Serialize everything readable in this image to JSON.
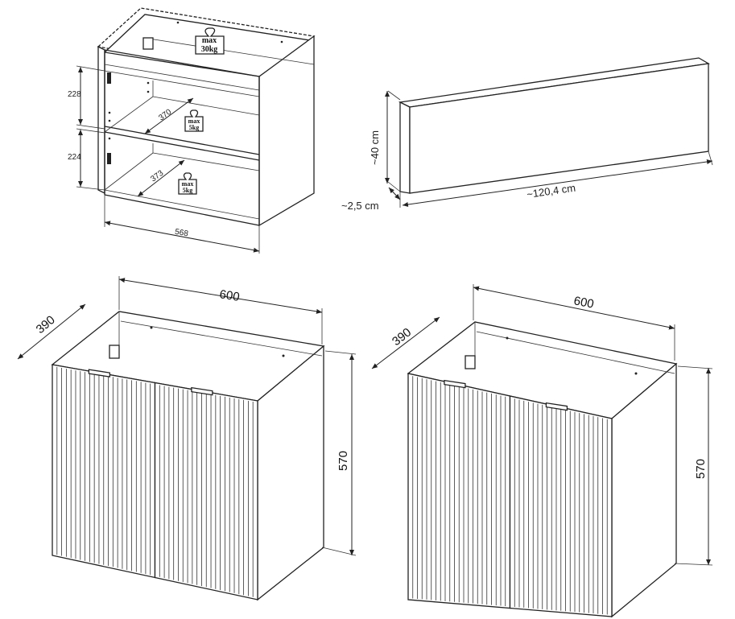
{
  "top_cabinet": {
    "weight_top": {
      "line1": "max",
      "line2": "30kg"
    },
    "weight_mid": {
      "line1": "max",
      "line2": "5kg"
    },
    "weight_bottom": {
      "line1": "max",
      "line2": "5kg"
    },
    "dim_upper_height": "228",
    "dim_lower_height": "224",
    "dim_upper_depth": "370",
    "dim_lower_depth": "373",
    "dim_width": "568"
  },
  "panel": {
    "dim_height": "~40 cm",
    "dim_thickness": "~2,5 cm",
    "dim_length": "~120,4 cm"
  },
  "cabinet_left": {
    "dim_width": "600",
    "dim_depth": "390",
    "dim_height": "570"
  },
  "cabinet_right": {
    "dim_width": "600",
    "dim_depth": "390",
    "dim_height": "570"
  }
}
